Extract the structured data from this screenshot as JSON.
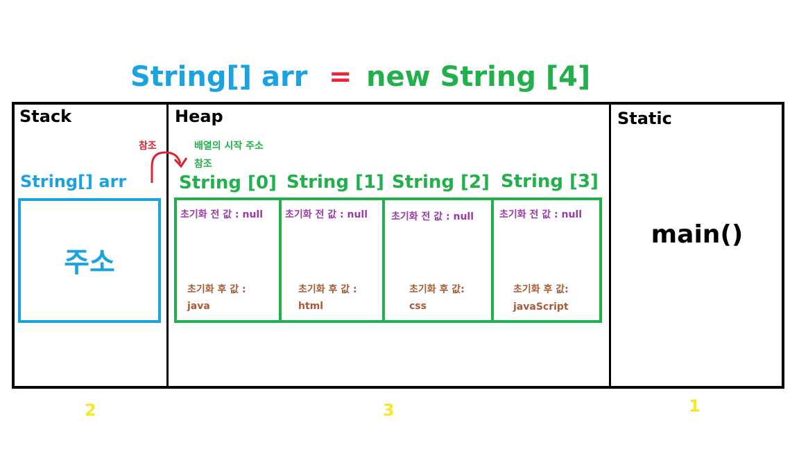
{
  "title": {
    "left": "String[] arr",
    "equals": "=",
    "right": "new String [4]"
  },
  "stack": {
    "label": "Stack",
    "var_label": "String[] arr",
    "box_text": "주소",
    "ref_label": "참조",
    "number": "2"
  },
  "heap": {
    "label": "Heap",
    "start_address": "배열의 시작 주소",
    "ref_label": "참조",
    "number": "3",
    "cells": [
      {
        "index": "String [0]",
        "before": "초기화 전 값 : null",
        "after_label": "초기화 후 값 :",
        "after_value": "java"
      },
      {
        "index": "String [1]",
        "before": "초기화 전 값 : null",
        "after_label": "초기화 후 값 :",
        "after_value": "html"
      },
      {
        "index": "String [2]",
        "before": "초기화 전 값 : null",
        "after_label": "초기화 후 값:",
        "after_value": "css"
      },
      {
        "index": "String [3]",
        "before": "초기화 전 값 : null",
        "after_label": "초기화 후 값:",
        "after_value": "javaScript"
      }
    ]
  },
  "static": {
    "label": "Static",
    "content": "main()",
    "number": "1"
  },
  "colors": {
    "blue": "#1aa3e0",
    "green": "#22b04c",
    "red": "#ee2233",
    "purple": "#9b3aa7",
    "brown": "#a85a36",
    "yellow": "#f5e82a"
  }
}
